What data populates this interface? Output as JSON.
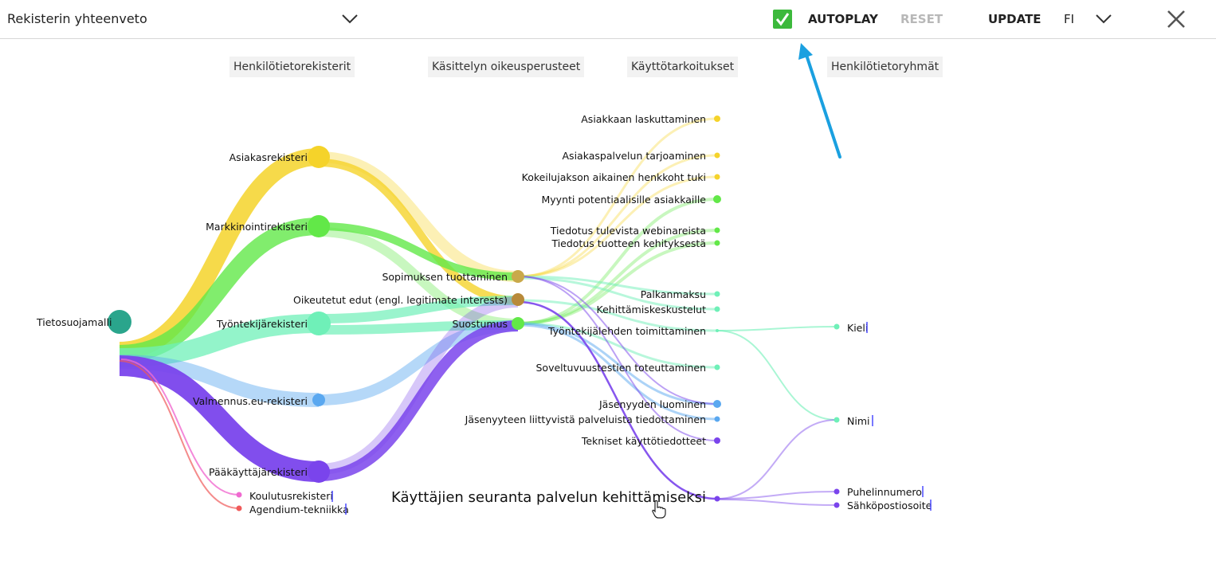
{
  "toolbar": {
    "title": "Rekisterin yhteenveto",
    "autoplay_label": "AUTOPLAY",
    "reset_label": "RESET",
    "update_label": "UPDATE",
    "language": "FI"
  },
  "columns": [
    "Henkilötietorekisterit",
    "Käsittelyn oikeusperusteet",
    "Käyttötarkoitukset",
    "Henkilötietoryhmät"
  ],
  "colors": {
    "yellow": "#f5d32a",
    "green": "#62e848",
    "mint": "#6ff0b8",
    "blue": "#5aa8f0",
    "purple": "#7a44ec",
    "pink": "#f06ad0",
    "red": "#f05a5a",
    "teal": "#2aa58c",
    "accent_check": "#3cb93c",
    "arrow": "#1aa0e0"
  },
  "nodes": {
    "root": "Tietosuojamalli",
    "registers": {
      "asiakas": "Asiakasrekisteri",
      "markkinointi": "Markkinointirekisteri",
      "tyontekija": "Työntekijärekisteri",
      "valmennus": "Valmennus.eu-rekisteri",
      "paakayttaja": "Pääkäyttäjärekisteri",
      "koulutus": "Koulutusrekisteri",
      "agendium": "Agendium-tekniikka"
    },
    "bases": {
      "sopimus": "Sopimuksen tuottaminen",
      "oikeutetut": "Oikeutetut edut (engl. legitimate interests)",
      "suostumus": "Suostumus"
    },
    "purposes": {
      "p1": "Asiakkaan laskuttaminen",
      "p2": "Asiakaspalvelun tarjoaminen",
      "p3": "Kokeilujakson aikainen henkkoht tuki",
      "p4": "Myynti potentiaalisille asiakkaille",
      "p5": "Tiedotus tulevista webinareista",
      "p6": "Tiedotus tuotteen kehityksestä",
      "p7": "Palkanmaksu",
      "p8": "Kehittämiskeskustelut",
      "p9": "Työntekijälehden toimittaminen",
      "p10": "Soveltuvuustestien toteuttaminen",
      "p11": "Jäsenyyden luominen",
      "p12": "Jäsenyyteen liittyvistä palveluista tiedottaminen",
      "p13": "Tekniset käyttötiedotteet",
      "p14": "Käyttäjien seuranta palvelun kehittämiseksi"
    },
    "groups": {
      "kieli": "Kieli",
      "nimi": "Nimi",
      "puhelin": "Puhelinnumero",
      "sahkoposti": "Sähköpostiosoite"
    }
  },
  "icons": {
    "title_dropdown": "chevron-down-icon",
    "autoplay": "checkmark-icon",
    "lang_dropdown": "chevron-down-icon",
    "close": "close-icon",
    "pointer": "hand-pointer-icon",
    "annotation": "arrow-icon"
  }
}
